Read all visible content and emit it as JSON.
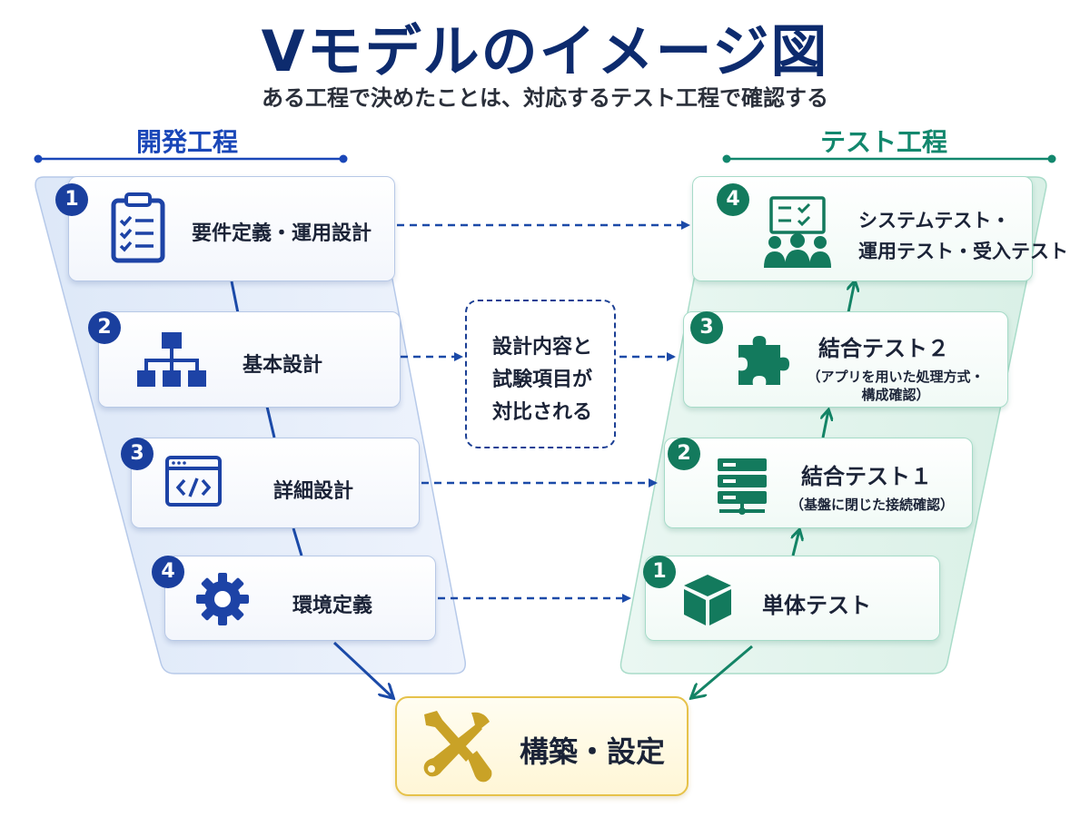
{
  "title": "Vモデルのイメージ図",
  "subtitle": "ある工程で決めたことは、対応するテスト工程で確認する",
  "colors": {
    "dev_accent": "#1a3f9e",
    "test_accent": "#137a5d",
    "build_accent": "#c9a227"
  },
  "development": {
    "label": "開発工程",
    "items": [
      {
        "number": "1",
        "label": "要件定義・運用設計",
        "icon": "clipboard-checklist-icon"
      },
      {
        "number": "2",
        "label": "基本設計",
        "icon": "org-chart-icon"
      },
      {
        "number": "3",
        "label": "詳細設計",
        "icon": "code-window-icon"
      },
      {
        "number": "4",
        "label": "環境定義",
        "icon": "gear-icon"
      }
    ]
  },
  "testing": {
    "label": "テスト工程",
    "items": [
      {
        "number": "4",
        "label_line1": "システムテスト・",
        "label_line2": "運用テスト・受入テスト",
        "icon": "team-board-icon"
      },
      {
        "number": "3",
        "label": "結合テスト２",
        "sub_line1": "（アプリを用いた処理方式・",
        "sub_line2": "構成確認）",
        "icon": "puzzle-icon"
      },
      {
        "number": "2",
        "label": "結合テスト１",
        "sub": "（基盤に閉じた接続確認）",
        "icon": "server-icon"
      },
      {
        "number": "1",
        "label": "単体テスト",
        "icon": "cube-icon"
      }
    ]
  },
  "note": {
    "lines": [
      "設計内容と",
      "試験項目が",
      "対比される"
    ]
  },
  "build": {
    "label": "構築・設定",
    "icon": "tools-icon"
  }
}
